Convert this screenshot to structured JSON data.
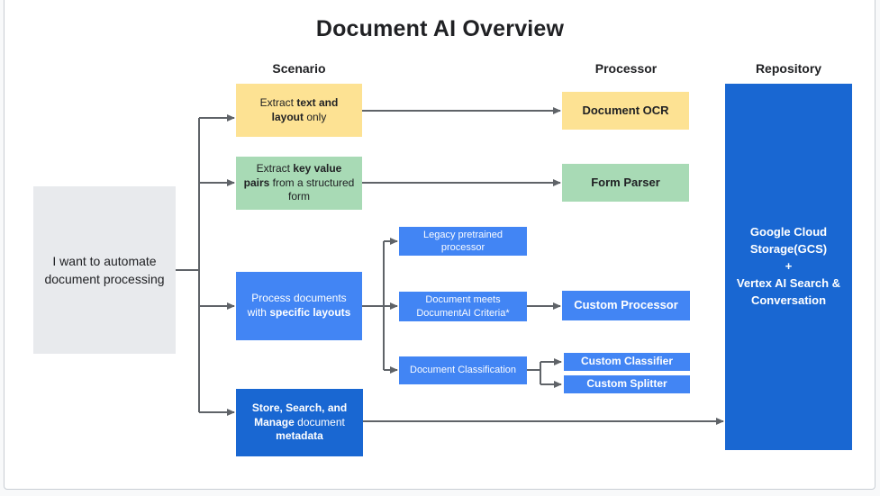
{
  "title": "Document AI Overview",
  "column_headers": {
    "scenario": "Scenario",
    "processor": "Processor",
    "repository": "Repository"
  },
  "start": {
    "text": "I want to automate document processing"
  },
  "scenario": {
    "extract_text": {
      "segments": [
        {
          "text": "Extract ",
          "bold": false
        },
        {
          "text": "text and layout",
          "bold": true
        },
        {
          "text": " only",
          "bold": false
        }
      ]
    },
    "extract_kv": {
      "segments": [
        {
          "text": "Extract ",
          "bold": false
        },
        {
          "text": "key value pairs",
          "bold": true
        },
        {
          "text": " from a structured form",
          "bold": false
        }
      ]
    },
    "layouts": {
      "segments": [
        {
          "text": "Process documents with ",
          "bold": false
        },
        {
          "text": "specific layouts",
          "bold": true
        }
      ]
    },
    "store": {
      "segments": [
        {
          "text": "Store, Search, and Manage",
          "bold": true
        },
        {
          "text": " document ",
          "bold": false
        },
        {
          "text": "metadata",
          "bold": true
        }
      ]
    }
  },
  "decision": {
    "legacy": "Legacy pretrained processor",
    "criteria": "Document meets DocumentAI Criteria*",
    "classification": "Document Classification"
  },
  "processor": {
    "ocr": "Document OCR",
    "form_parser": "Form Parser",
    "custom_processor": "Custom Processor",
    "custom_classifier": "Custom Classifier",
    "custom_splitter": "Custom Splitter"
  },
  "repository": {
    "line1": "Google Cloud Storage(GCS)",
    "line2": "+",
    "line3": "Vertex AI Search & Conversation"
  },
  "colors": {
    "yellow": "#FDE293",
    "green": "#A8DAB5",
    "blue": "#4285F4",
    "dark_blue": "#1967D2",
    "gray": "#E8EAED",
    "arrow": "#5F6368",
    "text_dark": "#202124"
  }
}
